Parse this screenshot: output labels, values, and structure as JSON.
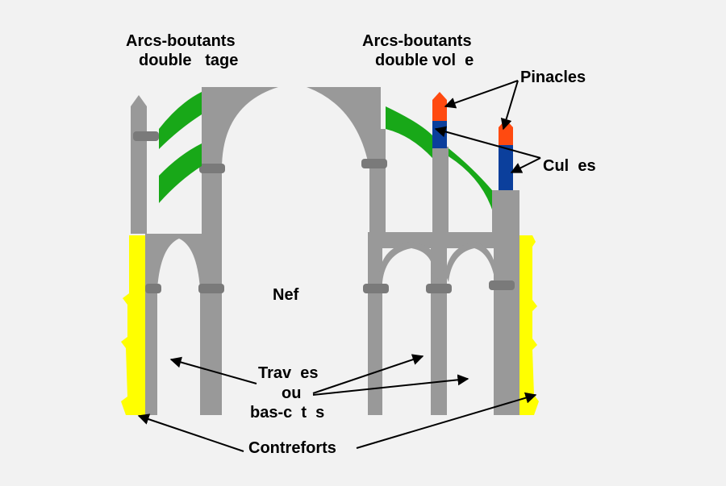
{
  "labels": {
    "double_stage_line1": "Arcs-boutants",
    "double_stage_line2": "double   tage",
    "double_flight_line1": "Arcs-boutants",
    "double_flight_line2": "double vol  e",
    "pinnacles": "Pinacles",
    "abutments": "Cul  es",
    "nave": "Nef",
    "bays_line1": "Trav  es",
    "bays_line2": "ou",
    "bays_line3": "bas-c  t  s",
    "buttresses": "Contreforts"
  },
  "colors": {
    "background": "#f2f2f2",
    "stone": "#999999",
    "stone_dark": "#7a7a7a",
    "flying_buttress": "#18a818",
    "pinnacle": "#ff4a10",
    "abutment": "#0b3f9c",
    "buttress": "#ffff00",
    "arrow": "#000000"
  }
}
